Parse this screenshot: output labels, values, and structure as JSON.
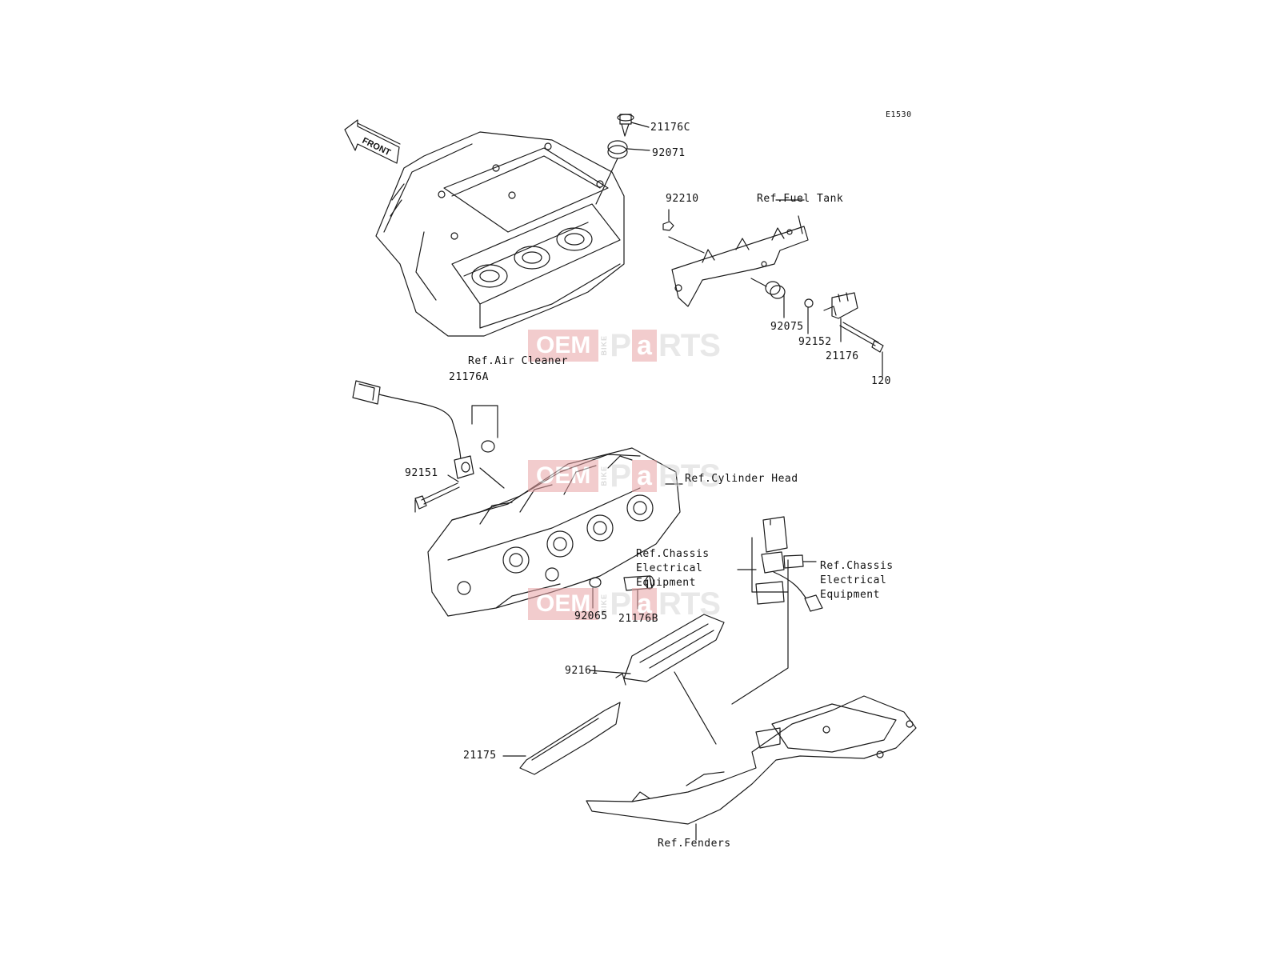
{
  "diagram_code": "E1530",
  "front_arrow": "FRONT",
  "watermark": {
    "oem": "OEM",
    "bike": "BIKE",
    "p": "P",
    "a": "a",
    "rts": "RTS"
  },
  "parts": {
    "p21176C": "21176C",
    "p92071": "92071",
    "p92210": "92210",
    "ref_fuel_tank": "Ref.Fuel Tank",
    "p92075": "92075",
    "p92152": "92152",
    "p21176": "21176",
    "p120": "120",
    "ref_air_cleaner": "Ref.Air Cleaner",
    "p21176A": "21176A",
    "p92151": "92151",
    "ref_cylinder_head": "Ref.Cylinder Head",
    "ref_chassis_left": "Ref.Chassis\nElectrical\nEquipment",
    "ref_chassis_right": "Ref.Chassis\nElectrical\nEquipment",
    "p92065": "92065",
    "p21176B": "21176B",
    "p92161": "92161",
    "p21175": "21175",
    "ref_fenders": "Ref.Fenders"
  },
  "colors": {
    "line": "#1a1a1a",
    "watermark_red": "#e9a3a5",
    "watermark_grey": "#d6d6d6"
  }
}
